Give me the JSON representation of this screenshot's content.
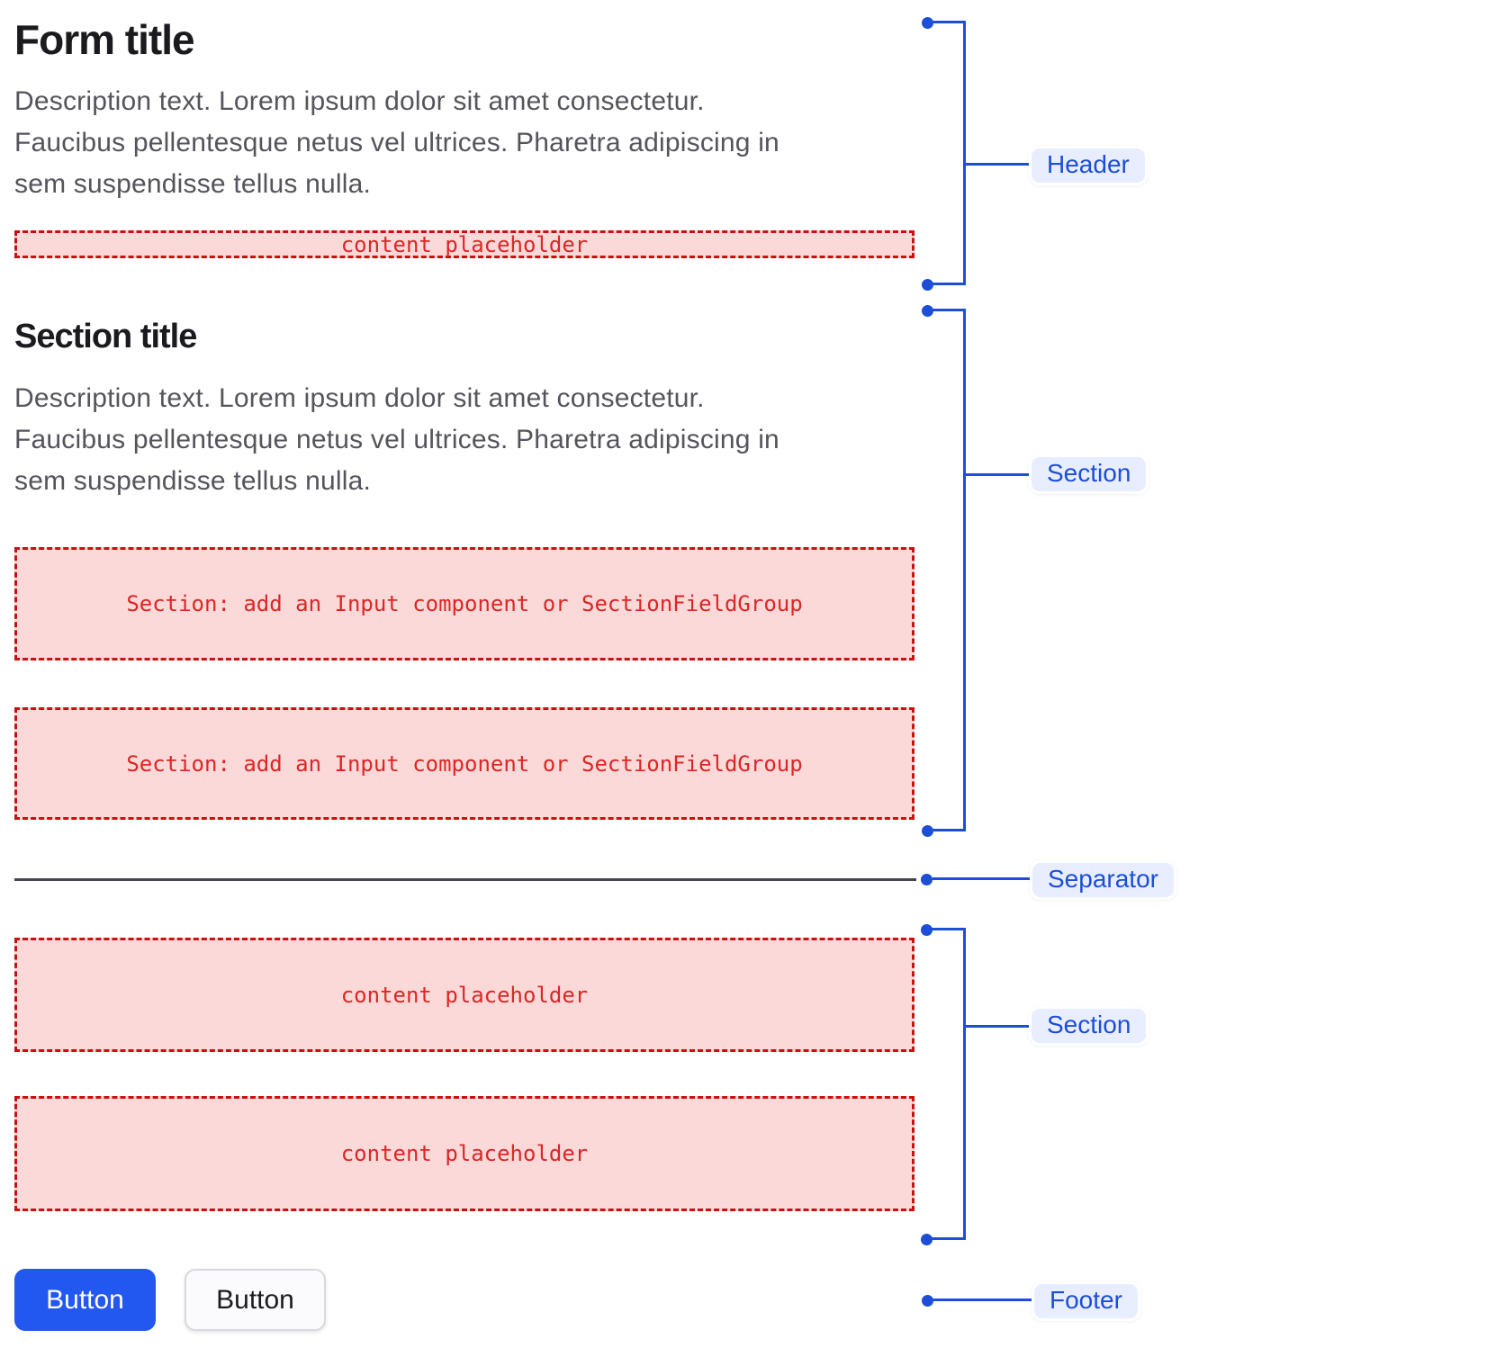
{
  "header": {
    "title": "Form title",
    "description_lines": [
      "Description text. Lorem ipsum dolor sit amet consectetur.",
      "Faucibus pellentesque netus vel ultrices. Pharetra adipiscing in",
      "sem suspendisse tellus nulla."
    ],
    "placeholder": "content placeholder"
  },
  "section1": {
    "title": "Section title",
    "description_lines": [
      "Description text. Lorem ipsum dolor sit amet consectetur.",
      "Faucibus pellentesque netus vel ultrices. Pharetra adipiscing in",
      "sem suspendisse tellus nulla."
    ],
    "boxes": [
      "Section: add an Input component or SectionFieldGroup",
      "Section: add an Input component or SectionFieldGroup"
    ]
  },
  "section2": {
    "boxes": [
      "content placeholder",
      "content placeholder"
    ]
  },
  "footer": {
    "primary_button": "Button",
    "secondary_button": "Button"
  },
  "annotations": {
    "header_label": "Header",
    "section1_label": "Section",
    "separator_label": "Separator",
    "section2_label": "Section",
    "footer_label": "Footer"
  },
  "colors": {
    "annotation_blue": "#1d4ed8",
    "annotation_label_bg": "#e8eeff",
    "placeholder_bg": "#fcd9d9",
    "placeholder_border": "#cb1010",
    "placeholder_text": "#dc2626",
    "separator": "#46464e",
    "primary_button_bg": "#2257f0",
    "title_text": "#1a1a1f",
    "description_text": "#54545c"
  }
}
